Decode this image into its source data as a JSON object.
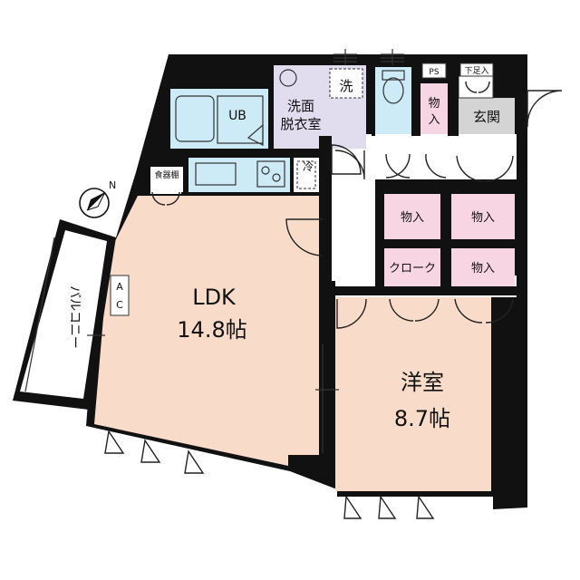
{
  "rooms": {
    "ldk": {
      "name": "LDK",
      "size": "14.8帖"
    },
    "western": {
      "name": "洋室",
      "size": "8.7帖"
    },
    "unit_bath": {
      "name": "UB"
    },
    "washroom": {
      "line1": "洗面",
      "line2": "脱衣室"
    },
    "entrance": {
      "name": "玄関"
    },
    "balcony": {
      "name": "バルコニー"
    }
  },
  "fixtures": {
    "washer": "洗",
    "fridge": "冷",
    "cupboard": "食器棚",
    "ac": "AC",
    "ps": "PS",
    "shoe_box": "下足入"
  },
  "closets": {
    "top_storage": "物入",
    "storage_1": "物入",
    "storage_2": "物入",
    "storage_3": "物入",
    "cloak": "クローク"
  },
  "compass": {
    "label": "N"
  },
  "colors": {
    "wall": "#111111",
    "ldk": "#f8dcc9",
    "western": "#f8dcc9",
    "wet": "#cdebf7",
    "washroom": "#e2dcef",
    "storage": "#f8d5e2",
    "entrance": "#d4d4d4"
  }
}
